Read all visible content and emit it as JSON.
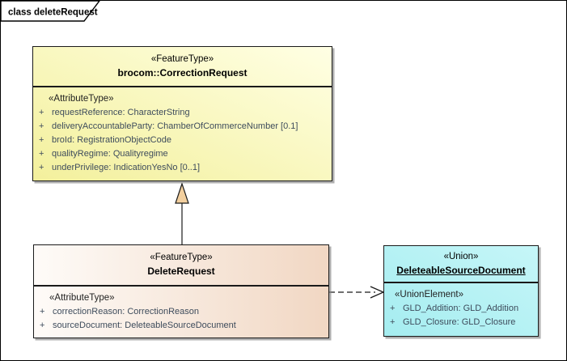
{
  "frame": {
    "label": "class deleteRequest"
  },
  "colors": {
    "yellow_from": "#FFFFE4",
    "yellow_to": "#F3F09C",
    "peach_from": "#FEFBF8",
    "peach_to": "#F1D7C3",
    "cyan_from": "#C6F6F8",
    "cyan_to": "#A5EDF0",
    "triangle_fill": "#F2CF9E",
    "attr_text": "#3E4C5C",
    "line_color": "#1a1a1a"
  },
  "correction_request": {
    "stereotype": "«FeatureType»",
    "name": "brocom::CorrectionRequest",
    "compartment_stereotype": "«AttributeType»",
    "attributes": [
      {
        "vis": "+",
        "text": "requestReference: CharacterString"
      },
      {
        "vis": "+",
        "text": "deliveryAccountableParty: ChamberOfCommerceNumber [0.1]"
      },
      {
        "vis": "+",
        "text": "broId: RegistrationObjectCode"
      },
      {
        "vis": "+",
        "text": "qualityRegime: Qualityregime"
      },
      {
        "vis": "+",
        "text": "underPrivilege: IndicationYesNo [0..1]"
      }
    ]
  },
  "delete_request": {
    "stereotype": "«FeatureType»",
    "name": "DeleteRequest",
    "compartment_stereotype": "«AttributeType»",
    "attributes": [
      {
        "vis": "+",
        "text": "correctionReason: CorrectionReason"
      },
      {
        "vis": "+",
        "text": "sourceDocument: DeleteableSourceDocument"
      }
    ]
  },
  "deleteable_source_document": {
    "stereotype": "«Union»",
    "name": "DeleteableSourceDocument",
    "compartment_stereotype": "«UnionElement»",
    "attributes": [
      {
        "vis": "+",
        "text": "GLD_Addition: GLD_Addition"
      },
      {
        "vis": "+",
        "text": "GLD_Closure: GLD_Closure"
      }
    ]
  },
  "relationships": {
    "generalization": {
      "from": "DeleteRequest",
      "to": "brocom::CorrectionRequest"
    },
    "dependency": {
      "from": "DeleteRequest",
      "to": "DeleteableSourceDocument"
    }
  }
}
